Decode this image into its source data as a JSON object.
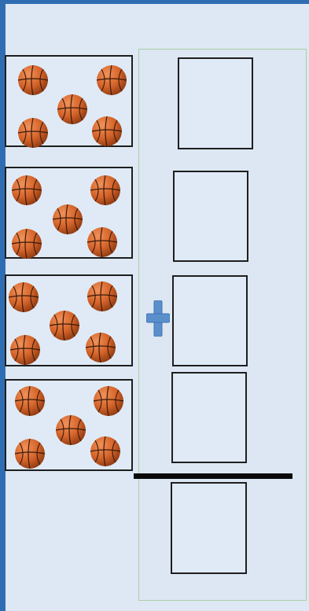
{
  "worksheet": {
    "groups": [
      {
        "ball_count": 5
      },
      {
        "ball_count": 5
      },
      {
        "ball_count": 5
      },
      {
        "ball_count": 5
      }
    ],
    "operator_symbol": "plus",
    "answer_boxes": [
      {
        "value": ""
      },
      {
        "value": ""
      },
      {
        "value": ""
      },
      {
        "value": ""
      },
      {
        "value": ""
      }
    ],
    "colors": {
      "frame_blue": "#2f6db3",
      "background": "#dde8f4",
      "plus_blue": "#5b8fcc",
      "ball_orange": "#d6652b",
      "panel_border": "#a9d0a0"
    },
    "icons": {
      "ball": "basketball-icon",
      "operator": "plus-icon"
    }
  }
}
